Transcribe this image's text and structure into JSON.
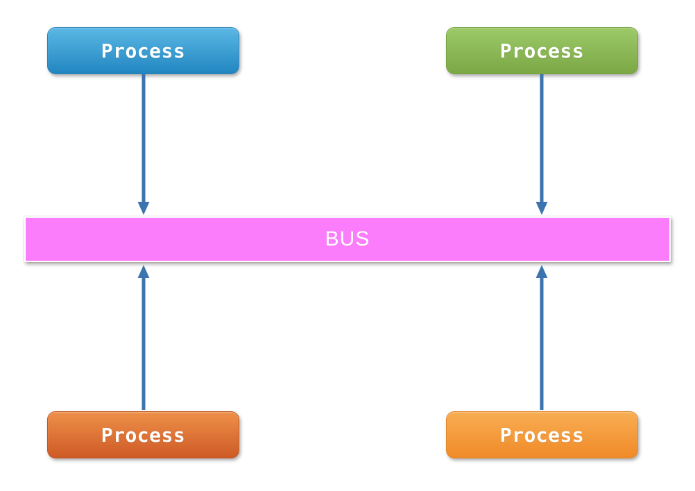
{
  "diagram": {
    "type": "bus-topology",
    "bus": {
      "label": "BUS",
      "fill": "#FB7DFB",
      "text_color": "#FFFFFF",
      "border_color": "#FFFFFF"
    },
    "nodes": [
      {
        "id": "process-top-left",
        "label": "Process",
        "position": "top-left",
        "color_top": "#5BB8E5",
        "color_bottom": "#2186C0",
        "border_color": "#2E7FB5"
      },
      {
        "id": "process-top-right",
        "label": "Process",
        "position": "top-right",
        "color_top": "#9DCA69",
        "color_bottom": "#7BA745",
        "border_color": "#74A03C"
      },
      {
        "id": "process-bottom-left",
        "label": "Process",
        "position": "bottom-left",
        "color_top": "#EE9049",
        "color_bottom": "#CE5A26",
        "border_color": "#BF5722"
      },
      {
        "id": "process-bottom-right",
        "label": "Process",
        "position": "bottom-right",
        "color_top": "#F8AE53",
        "color_bottom": "#F08A28",
        "border_color": "#E0862B"
      }
    ],
    "arrows": [
      {
        "id": "arrow-top-left",
        "from": "process-top-left",
        "to": "bus",
        "direction": "down",
        "color": "#3C74AE"
      },
      {
        "id": "arrow-top-right",
        "from": "process-top-right",
        "to": "bus",
        "direction": "down",
        "color": "#3C74AE"
      },
      {
        "id": "arrow-bottom-left",
        "from": "process-bottom-left",
        "to": "bus",
        "direction": "up",
        "color": "#3C74AE"
      },
      {
        "id": "arrow-bottom-right",
        "from": "process-bottom-right",
        "to": "bus",
        "direction": "up",
        "color": "#3C74AE"
      }
    ]
  }
}
